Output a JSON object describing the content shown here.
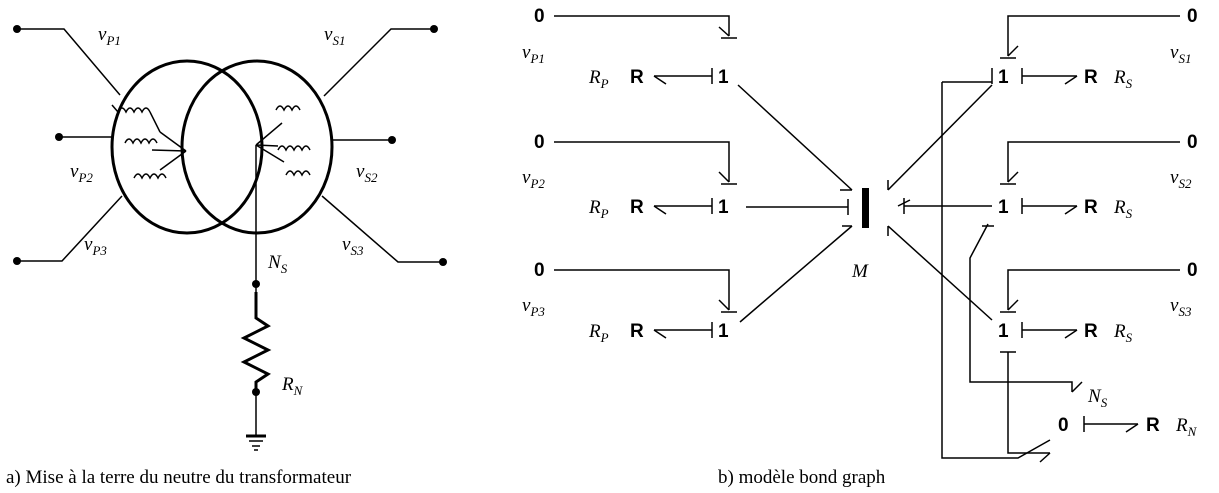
{
  "captions": {
    "a": "a)  Mise à la terre du neutre du transformateur",
    "b": "b) modèle bond graph"
  },
  "left_diagram": {
    "primary_labels": [
      {
        "main": "v",
        "sub": "P1"
      },
      {
        "main": "v",
        "sub": "P2"
      },
      {
        "main": "v",
        "sub": "P3"
      }
    ],
    "secondary_labels": [
      {
        "main": "v",
        "sub": "S1"
      },
      {
        "main": "v",
        "sub": "S2"
      },
      {
        "main": "v",
        "sub": "S3"
      }
    ],
    "neutral": {
      "main": "N",
      "sub": "S"
    },
    "resistor": {
      "main": "R",
      "sub": "N"
    }
  },
  "bond_graph": {
    "zero": "0",
    "one": "1",
    "R": "R",
    "primary_sources": [
      {
        "main": "v",
        "sub": "P1"
      },
      {
        "main": "v",
        "sub": "P2"
      },
      {
        "main": "v",
        "sub": "P3"
      }
    ],
    "secondary_sources": [
      {
        "main": "v",
        "sub": "S1"
      },
      {
        "main": "v",
        "sub": "S2"
      },
      {
        "main": "v",
        "sub": "S3"
      }
    ],
    "primary_R": {
      "main": "R",
      "sub": "P"
    },
    "secondary_R": {
      "main": "R",
      "sub": "S"
    },
    "coupling": "M",
    "neutral": {
      "main": "N",
      "sub": "S"
    },
    "neutral_R": {
      "main": "R",
      "sub": "N"
    }
  }
}
